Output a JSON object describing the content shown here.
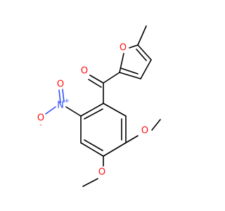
{
  "molecule": {
    "atoms": {
      "furan_o": "O",
      "ketone_o": "O",
      "nitro_n": "N",
      "nitro_n_charge": "+",
      "nitro_o1": "O",
      "nitro_o2": "O",
      "nitro_o2_charge": "-",
      "methoxy_o1": "O",
      "methoxy_o2": "O"
    },
    "colors": {
      "oxygen": "#ff0d0d",
      "nitrogen": "#3050f8",
      "carbon_bond": "#000000"
    }
  }
}
